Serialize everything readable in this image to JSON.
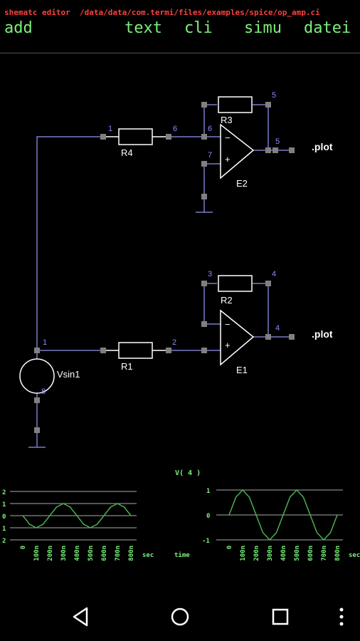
{
  "app": {
    "title": "shematc editor",
    "file_path": "/data/data/com.termi/files/examples/spice/op_amp.ci"
  },
  "menu": [
    "add",
    "text",
    "cli",
    "simu",
    "datei"
  ],
  "schematic": {
    "node_labels": [
      "1",
      "6",
      "6",
      "5",
      "5",
      "7",
      "3",
      "4",
      "4",
      "1",
      "2",
      "8"
    ],
    "components": {
      "r4": "R4",
      "r3": "R3",
      "r2": "R2",
      "r1": "R1",
      "e2": "E2",
      "e1": "E1",
      "vsin": "Vsin1"
    },
    "plot_labels": [
      ".plot",
      ".plot"
    ],
    "opamp_signs": {
      "minus": "−",
      "plus": "+"
    }
  },
  "plots": {
    "left": {
      "y_ticks": [
        "2",
        "1",
        "0",
        "1",
        "2"
      ],
      "x_ticks": [
        "0",
        "100n",
        "200n",
        "300n",
        "400n",
        "500n",
        "600n",
        "700n",
        "800n"
      ],
      "x_unit": "sec",
      "x_label": "time"
    },
    "right": {
      "title": "V( 4 )",
      "y_ticks": [
        "1",
        "0",
        "-1"
      ],
      "x_ticks": [
        "0",
        "100n",
        "200n",
        "300n",
        "400n",
        "500n",
        "600n",
        "700n",
        "800n"
      ],
      "x_unit": "sec"
    }
  },
  "chart_data": [
    {
      "type": "line",
      "x": [
        0,
        50,
        100,
        150,
        200,
        250,
        300,
        350,
        400,
        450,
        500,
        550,
        600,
        650,
        700,
        750,
        800
      ],
      "series": [
        {
          "values": [
            0,
            -0.71,
            -1,
            -0.71,
            0,
            0.71,
            1,
            0.71,
            0,
            -0.71,
            -1,
            -0.71,
            0,
            0.71,
            1,
            0.71,
            0
          ]
        }
      ],
      "ylim": [
        -2,
        2
      ],
      "grid": true
    },
    {
      "type": "line",
      "x": [
        0,
        50,
        100,
        150,
        200,
        250,
        300,
        350,
        400,
        450,
        500,
        550,
        600,
        650,
        700,
        750,
        800
      ],
      "series": [
        {
          "values": [
            0,
            0.71,
            1,
            0.71,
            0,
            -0.71,
            -1,
            -0.71,
            0,
            0.71,
            1,
            0.71,
            0,
            -0.71,
            -1,
            -0.71,
            0
          ]
        }
      ],
      "ylim": [
        -1,
        1
      ],
      "grid": true
    }
  ],
  "colors": {
    "wire": "#7a7ac8",
    "node_label": "#8a8aff",
    "component": "#ffffff",
    "pin": "#808080",
    "trace": "#4caf50",
    "plot_text": "#7cf07c",
    "title": "#ff4040"
  },
  "nav": [
    "back-icon",
    "home-icon",
    "recents-icon",
    "overflow-icon"
  ]
}
